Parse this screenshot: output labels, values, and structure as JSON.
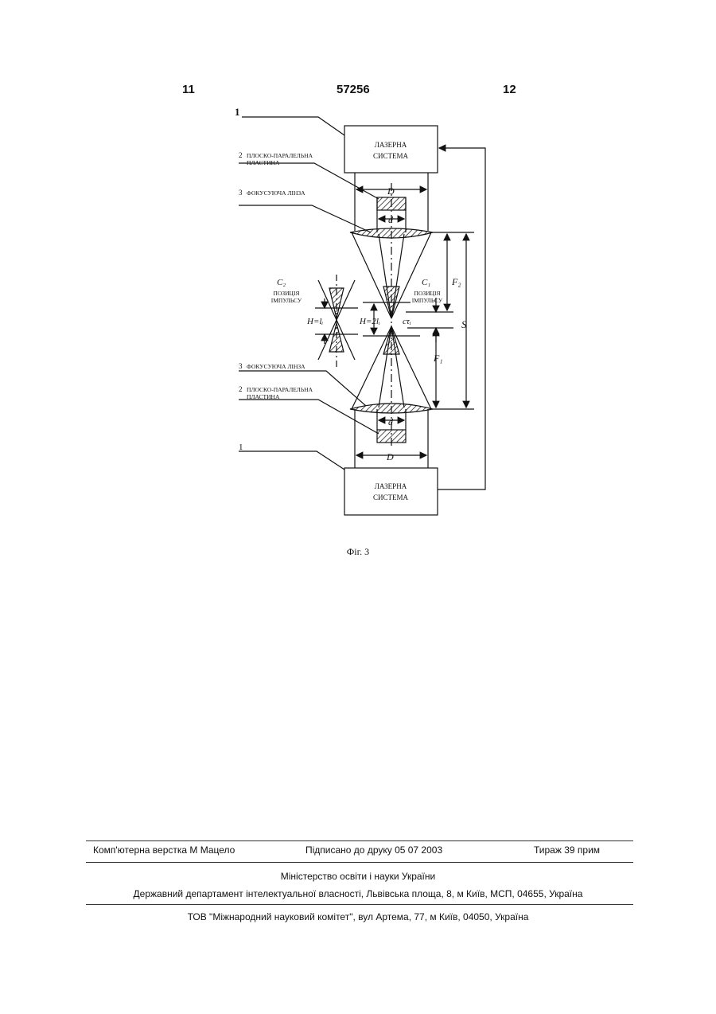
{
  "header": {
    "left_page": "11",
    "patent_number": "57256",
    "right_page": "12"
  },
  "figure": {
    "top_system": {
      "ref": "1",
      "line1": "ЛАЗЕРНА",
      "line2": "СИСТЕМА"
    },
    "bottom_system": {
      "ref": "1",
      "line1": "ЛАЗЕРНА",
      "line2": "СИСТЕМА"
    },
    "plate_top": {
      "ref": "2",
      "line1": "ПЛОСКО-ПАРАЛЕЛЬНА",
      "line2": "ПЛАСТИНА"
    },
    "lens_top": {
      "ref": "3",
      "label": "ФОКУСУЮЧА ЛІНЗА"
    },
    "lens_bottom": {
      "ref": "3",
      "label": "ФОКУСУЮЧА ЛІНЗА"
    },
    "plate_bottom": {
      "ref": "2",
      "line1": "ПЛОСКО-ПАРАЛЕЛЬНА",
      "line2": "ПЛАСТИНА"
    },
    "symbols": {
      "D_top": "D",
      "d_top": "d",
      "D_bottom": "D",
      "d_bottom": "d",
      "F2": "F₂",
      "F1": "F₁",
      "S": "S",
      "H_center": "H=2lᵢ",
      "c_tau": "cτᵢ",
      "H_left": "H=lᵢ",
      "C1": "C₁",
      "C2": "C₂"
    },
    "c1_caption": {
      "line1": "ПОЗИЦІЯ",
      "line2": "ІМПУЛЬСУ"
    },
    "c2_caption": {
      "line1": "ПОЗИЦІЯ",
      "line2": "ІМПУЛЬСУ"
    },
    "caption": "Фіг. 3"
  },
  "imprint": {
    "typesetting": "Комп'ютерна верстка М Мацело",
    "signed": "Підписано до друку 05 07 2003",
    "circulation": "Тираж 39 прим",
    "ministry": "Міністерство освіти і науки України",
    "department": "Державний департамент інтелектуальної власності, Львівська площа, 8, м  Київ, МСП, 04655, Україна",
    "printer": "ТОВ \"Міжнародний науковий комітет\", вул  Артема, 77, м  Київ, 04050, Україна"
  }
}
